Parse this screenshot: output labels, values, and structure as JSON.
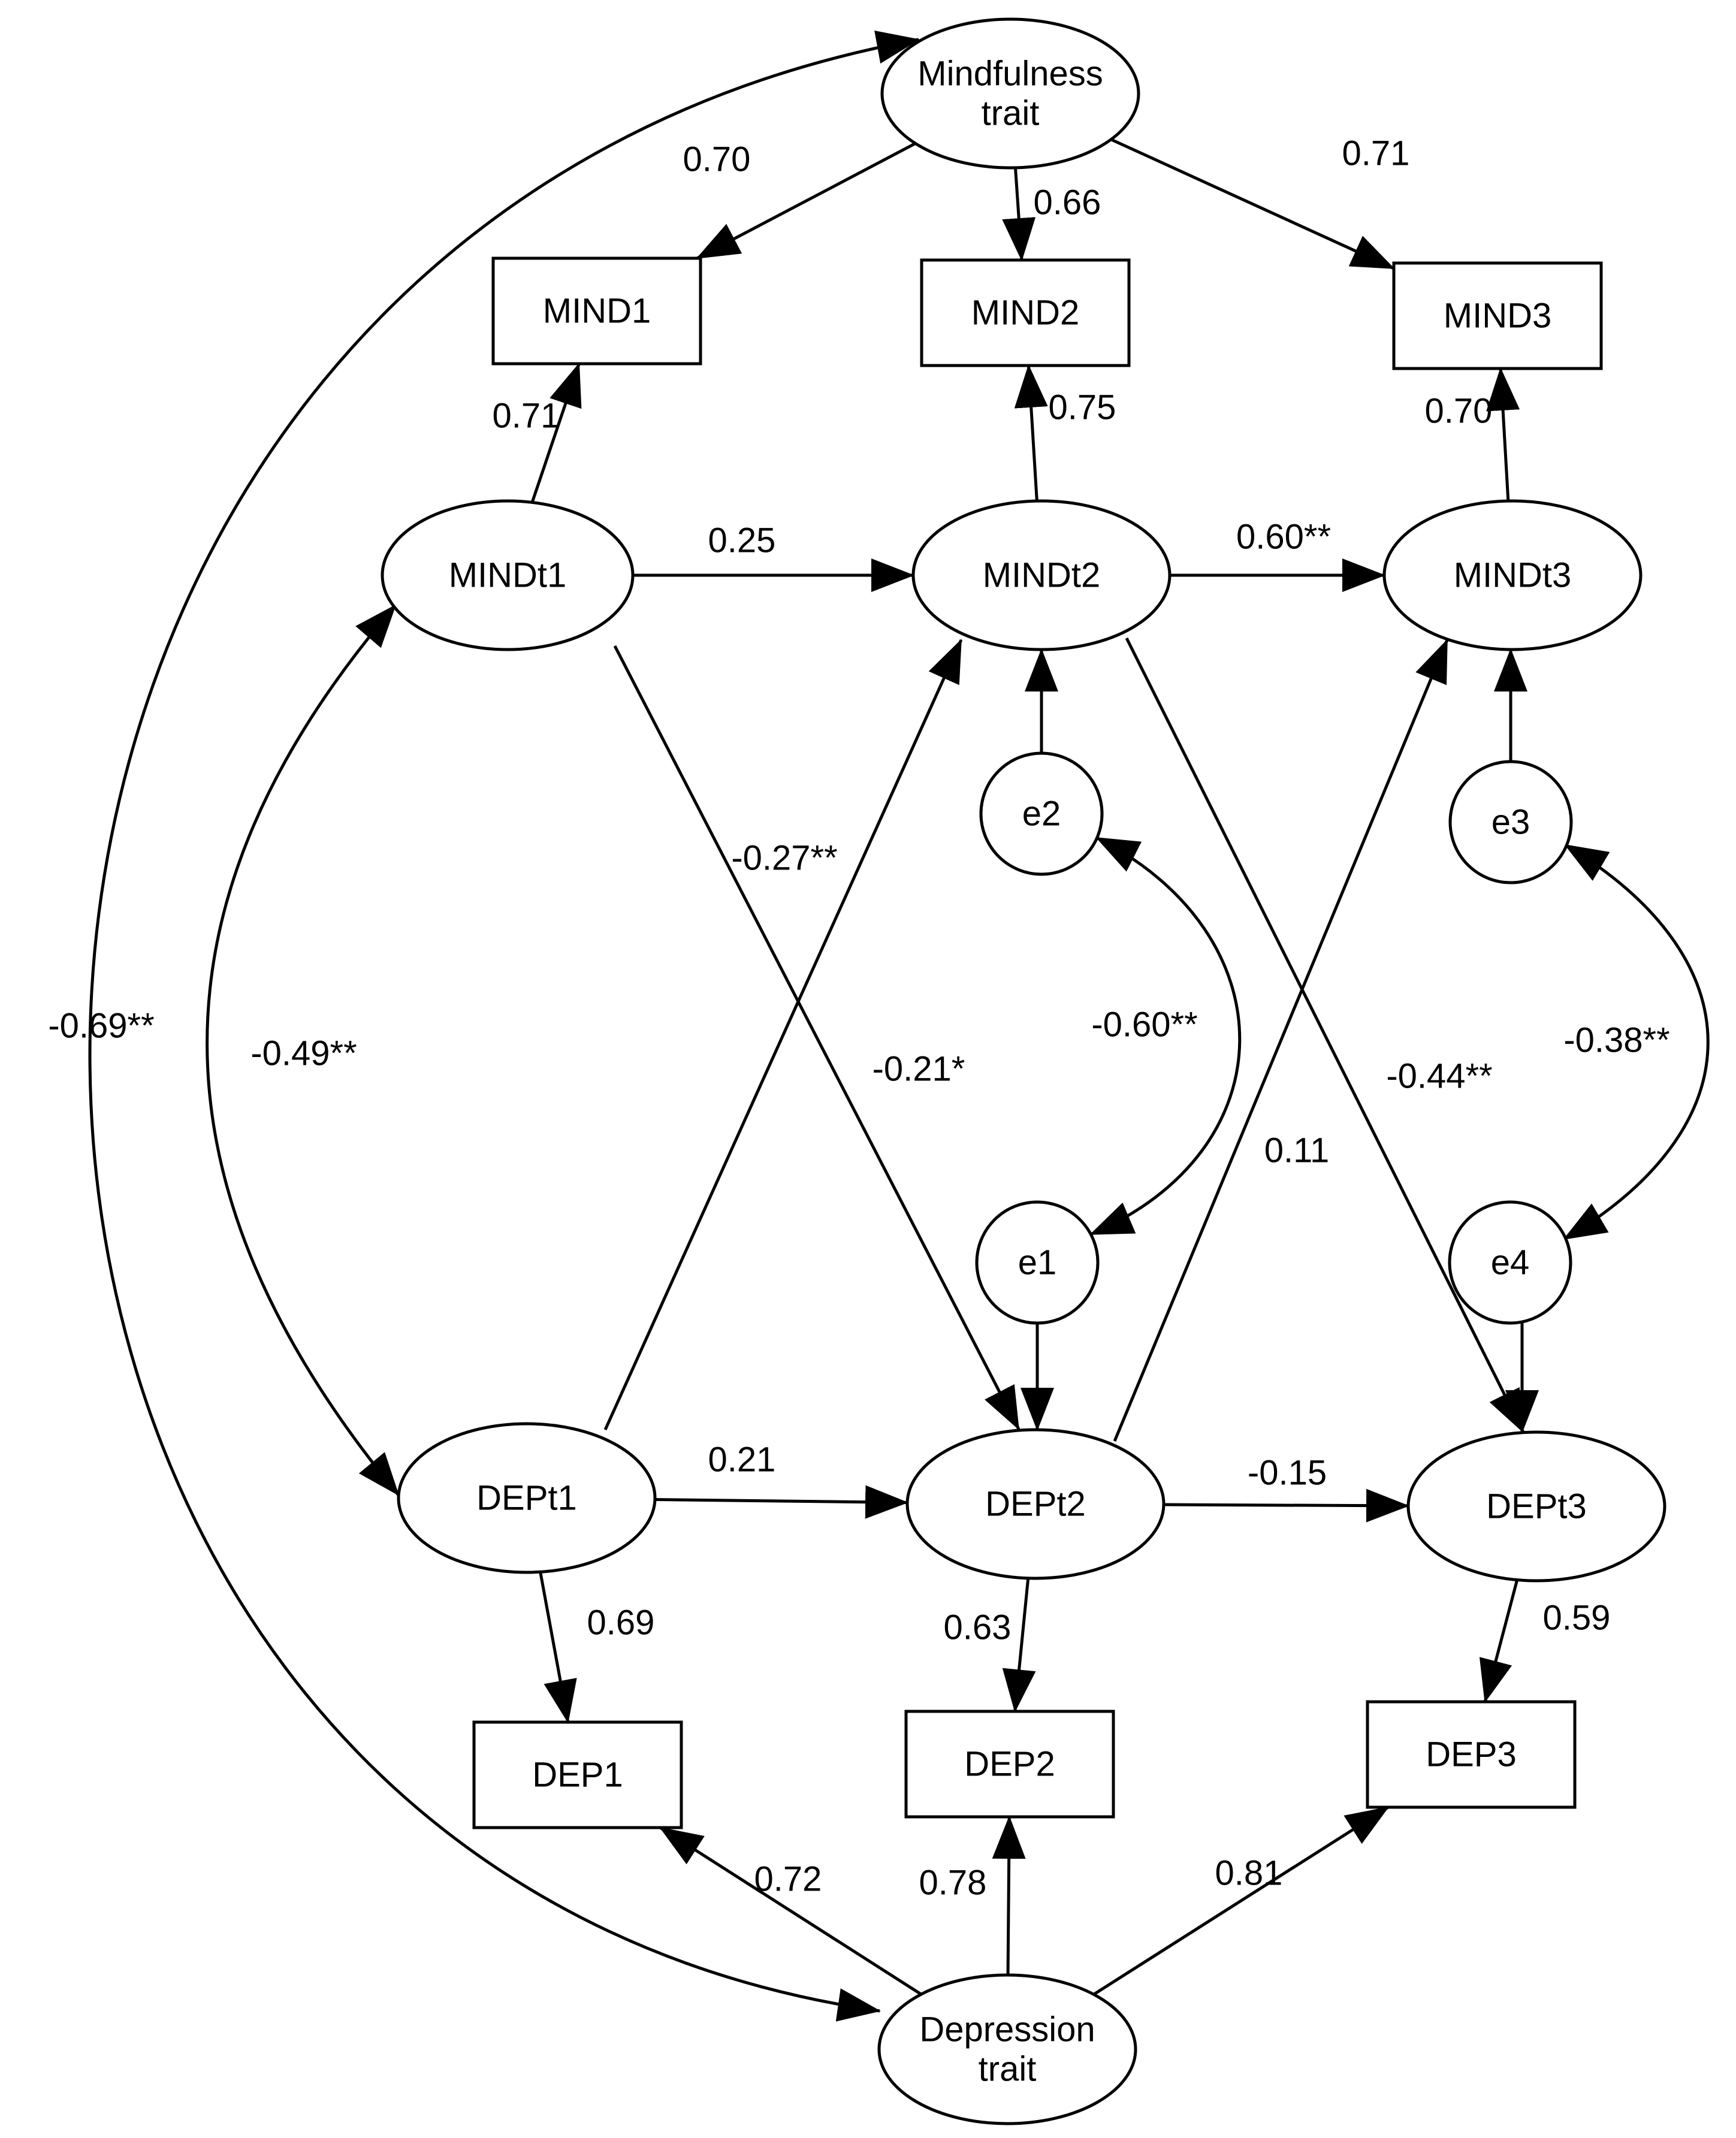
{
  "diagram": {
    "type": "structural equation model",
    "nodes": [
      {
        "id": "mind_trait",
        "shape": "ellipse",
        "lines": [
          "Mindfulness",
          "trait"
        ]
      },
      {
        "id": "mind1",
        "shape": "rect",
        "lines": [
          "MIND1"
        ]
      },
      {
        "id": "mind2",
        "shape": "rect",
        "lines": [
          "MIND2"
        ]
      },
      {
        "id": "mind3",
        "shape": "rect",
        "lines": [
          "MIND3"
        ]
      },
      {
        "id": "mindt1",
        "shape": "ellipse",
        "lines": [
          "MINDt1"
        ]
      },
      {
        "id": "mindt2",
        "shape": "ellipse",
        "lines": [
          "MINDt2"
        ]
      },
      {
        "id": "mindt3",
        "shape": "ellipse",
        "lines": [
          "MINDt3"
        ]
      },
      {
        "id": "e2",
        "shape": "circle",
        "lines": [
          "e2"
        ]
      },
      {
        "id": "e3",
        "shape": "circle",
        "lines": [
          "e3"
        ]
      },
      {
        "id": "e1",
        "shape": "circle",
        "lines": [
          "e1"
        ]
      },
      {
        "id": "e4",
        "shape": "circle",
        "lines": [
          "e4"
        ]
      },
      {
        "id": "dept1",
        "shape": "ellipse",
        "lines": [
          "DEPt1"
        ]
      },
      {
        "id": "dept2",
        "shape": "ellipse",
        "lines": [
          "DEPt2"
        ]
      },
      {
        "id": "dept3",
        "shape": "ellipse",
        "lines": [
          "DEPt3"
        ]
      },
      {
        "id": "dep1",
        "shape": "rect",
        "lines": [
          "DEP1"
        ]
      },
      {
        "id": "dep2",
        "shape": "rect",
        "lines": [
          "DEP2"
        ]
      },
      {
        "id": "dep3",
        "shape": "rect",
        "lines": [
          "DEP3"
        ]
      },
      {
        "id": "dep_trait",
        "shape": "ellipse",
        "lines": [
          "Depression",
          "trait"
        ]
      }
    ],
    "edges": [
      {
        "id": "mt-mind1",
        "from": "mind_trait",
        "to": "mind1",
        "label": "0.70"
      },
      {
        "id": "mt-mind2",
        "from": "mind_trait",
        "to": "mind2",
        "label": "0.66"
      },
      {
        "id": "mt-mind3",
        "from": "mind_trait",
        "to": "mind3",
        "label": "0.71"
      },
      {
        "id": "mindt1-mind1",
        "from": "mindt1",
        "to": "mind1",
        "label": "0.71"
      },
      {
        "id": "mindt2-mind2",
        "from": "mindt2",
        "to": "mind2",
        "label": "0.75"
      },
      {
        "id": "mindt3-mind3",
        "from": "mindt3",
        "to": "mind3",
        "label": "0.70"
      },
      {
        "id": "mindt1-mindt2",
        "from": "mindt1",
        "to": "mindt2",
        "label": "0.25"
      },
      {
        "id": "mindt2-mindt3",
        "from": "mindt2",
        "to": "mindt3",
        "label": "0.60**"
      },
      {
        "id": "mindt1-dept2",
        "from": "mindt1",
        "to": "dept2",
        "label": "-0.27**"
      },
      {
        "id": "dept1-mindt2",
        "from": "dept1",
        "to": "mindt2",
        "label": "-0.21*"
      },
      {
        "id": "mindt2-dept3",
        "from": "mindt2",
        "to": "dept3",
        "label": "-0.44**"
      },
      {
        "id": "dept2-mindt3",
        "from": "dept2",
        "to": "mindt3",
        "label": "0.11"
      },
      {
        "id": "e2-mindt2",
        "from": "e2",
        "to": "mindt2",
        "label": ""
      },
      {
        "id": "e3-mindt3",
        "from": "e3",
        "to": "mindt3",
        "label": ""
      },
      {
        "id": "e1-dept2",
        "from": "e1",
        "to": "dept2",
        "label": ""
      },
      {
        "id": "e4-dept3",
        "from": "e4",
        "to": "dept3",
        "label": ""
      },
      {
        "id": "e2-e1",
        "from": "e2",
        "to": "e1",
        "label": "-0.60**",
        "bidirectional": true
      },
      {
        "id": "e3-e4",
        "from": "e3",
        "to": "e4",
        "label": "-0.38**",
        "bidirectional": true
      },
      {
        "id": "mindt1-dept1",
        "from": "mindt1",
        "to": "dept1",
        "label": "-0.49**",
        "bidirectional": true
      },
      {
        "id": "mt-dt",
        "from": "mind_trait",
        "to": "dep_trait",
        "label": "-0.69**",
        "bidirectional": true
      },
      {
        "id": "dept1-dept2",
        "from": "dept1",
        "to": "dept2",
        "label": "0.21"
      },
      {
        "id": "dept2-dept3",
        "from": "dept2",
        "to": "dept3",
        "label": "-0.15"
      },
      {
        "id": "dept1-dep1",
        "from": "dept1",
        "to": "dep1",
        "label": "0.69"
      },
      {
        "id": "dept2-dep2",
        "from": "dept2",
        "to": "dep2",
        "label": "0.63"
      },
      {
        "id": "dept3-dep3",
        "from": "dept3",
        "to": "dep3",
        "label": "0.59"
      },
      {
        "id": "dt-dep1",
        "from": "dep_trait",
        "to": "dep1",
        "label": "0.72"
      },
      {
        "id": "dt-dep2",
        "from": "dep_trait",
        "to": "dep2",
        "label": "0.78"
      },
      {
        "id": "dt-dep3",
        "from": "dep_trait",
        "to": "dep3",
        "label": "0.81"
      }
    ]
  }
}
